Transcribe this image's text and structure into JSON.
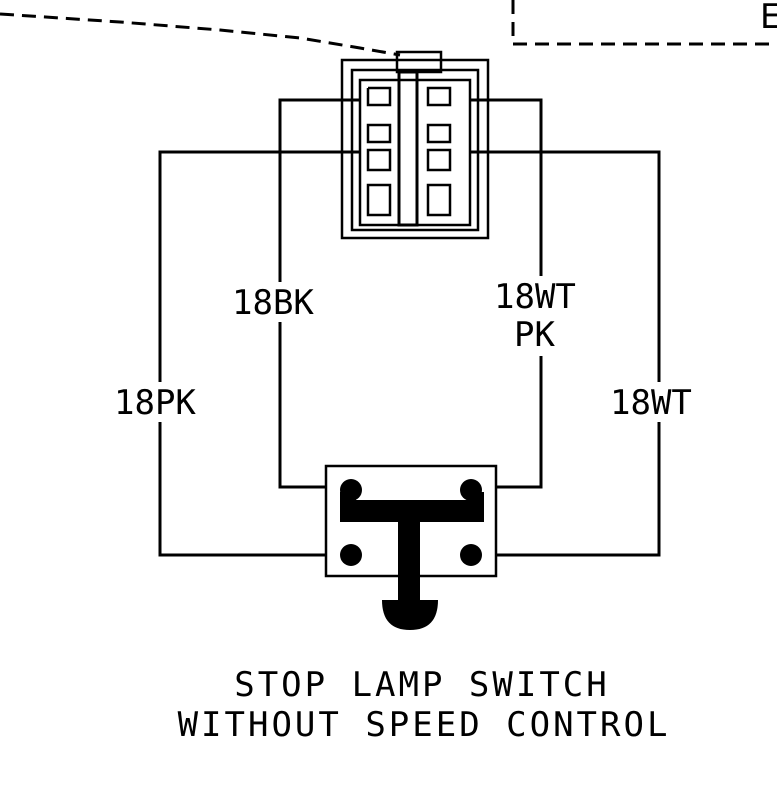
{
  "corner_letter": "E",
  "wires": {
    "left_outer": "18PK",
    "left_inner": "18BK",
    "right_inner_line1": "18WT",
    "right_inner_line2": "PK",
    "right_outer": "18WT"
  },
  "caption": {
    "line1": "STOP LAMP SWITCH",
    "line2": "WITHOUT SPEED CONTROL"
  }
}
